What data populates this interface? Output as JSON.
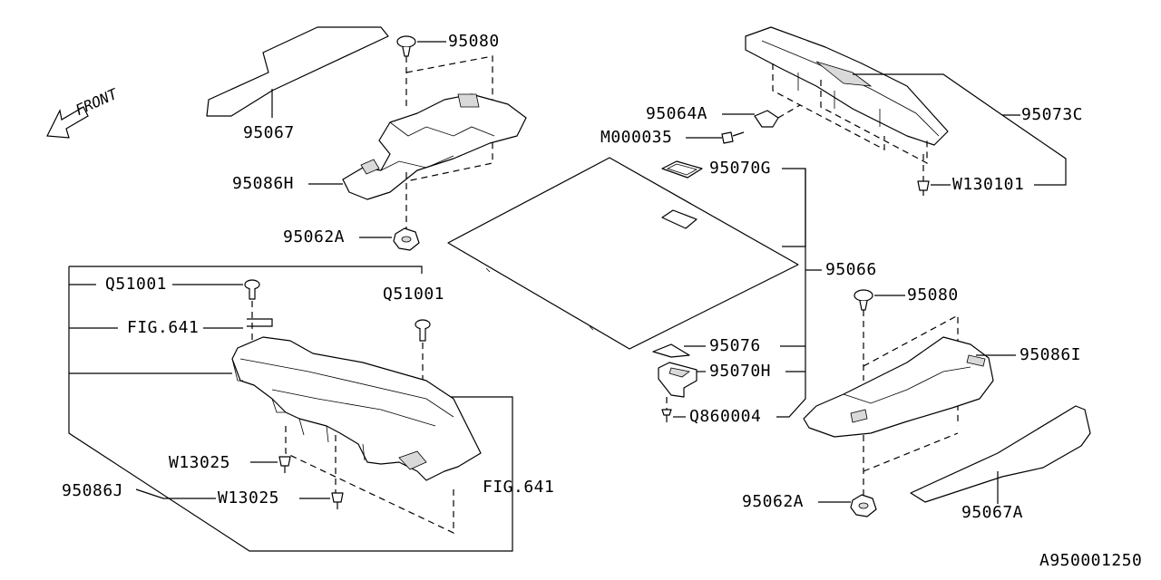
{
  "diagram": {
    "front_label": "FRONT",
    "drawing_id": "A950001250",
    "callouts": {
      "p95080_top": "95080",
      "p95067": "95067",
      "p95086H": "95086H",
      "p95062A_top": "95062A",
      "pQ51001_left": "Q51001",
      "pQ51001_right": "Q51001",
      "pFIG641_top": "FIG.641",
      "pFIG641_bottom": "FIG.641",
      "pW13025_a": "W13025",
      "pW13025_b": "W13025",
      "p95086J": "95086J",
      "p95064A": "95064A",
      "pM000035": "M000035",
      "p95073C": "95073C",
      "p95070G": "95070G",
      "pW130101": "W130101",
      "p95066": "95066",
      "p95076": "95076",
      "p95070H": "95070H",
      "pQ860004": "Q860004",
      "p95080_right": "95080",
      "p95086I": "95086I",
      "p95062A_bottom": "95062A",
      "p95067A": "95067A"
    }
  }
}
